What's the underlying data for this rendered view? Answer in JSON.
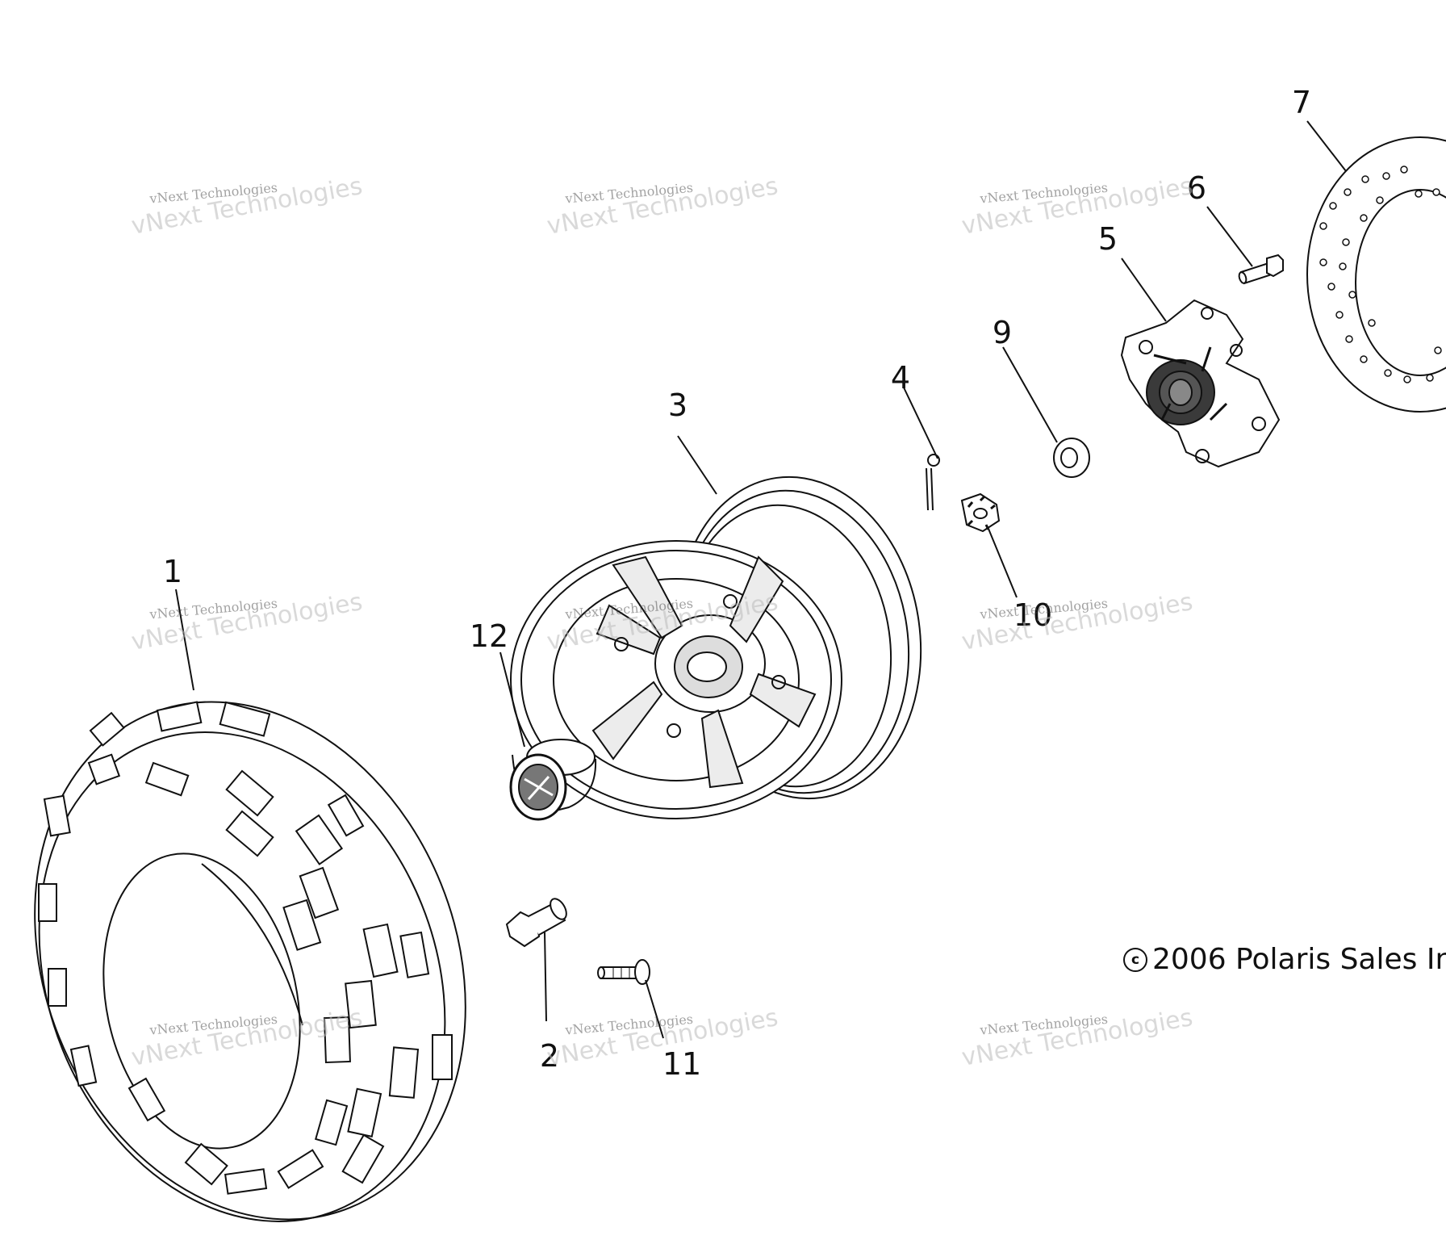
{
  "callouts": [
    {
      "id": "1",
      "label": "1"
    },
    {
      "id": "2",
      "label": "2"
    },
    {
      "id": "3",
      "label": "3"
    },
    {
      "id": "4",
      "label": "4"
    },
    {
      "id": "5",
      "label": "5"
    },
    {
      "id": "6",
      "label": "6"
    },
    {
      "id": "7",
      "label": "7"
    },
    {
      "id": "9",
      "label": "9"
    },
    {
      "id": "10",
      "label": "10"
    },
    {
      "id": "11",
      "label": "11"
    },
    {
      "id": "12",
      "label": "12"
    }
  ],
  "copyright": {
    "symbol": "c",
    "text": "2006 Polaris Sales In"
  },
  "watermark": {
    "line1": "vNext Technologies",
    "line2": "vNext Technologies"
  },
  "colors": {
    "line": "#111111",
    "hub_dark": "#2a2a2a",
    "watermark": "#bbbbbb"
  }
}
